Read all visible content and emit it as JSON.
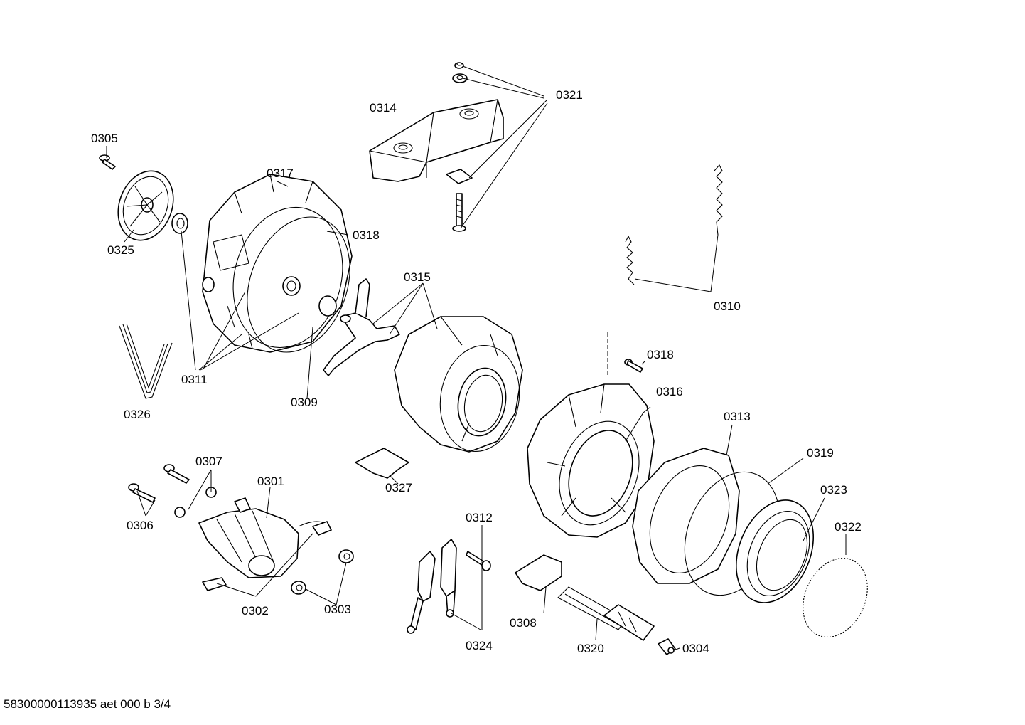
{
  "diagram": {
    "labels": {
      "p0301": "0301",
      "p0302": "0302",
      "p0303": "0303",
      "p0304": "0304",
      "p0305": "0305",
      "p0306": "0306",
      "p0307": "0307",
      "p0308": "0308",
      "p0309": "0309",
      "p0310": "0310",
      "p0311": "0311",
      "p0312": "0312",
      "p0313": "0313",
      "p0314": "0314",
      "p0315": "0315",
      "p0316": "0316",
      "p0317": "0317",
      "p0318a": "0318",
      "p0318b": "0318",
      "p0319": "0319",
      "p0320": "0320",
      "p0321": "0321",
      "p0322": "0322",
      "p0323": "0323",
      "p0324": "0324",
      "p0325": "0325",
      "p0326": "0326",
      "p0327": "0327"
    }
  },
  "footer": {
    "text": "58300000113935 aet 000 b 3/4"
  }
}
